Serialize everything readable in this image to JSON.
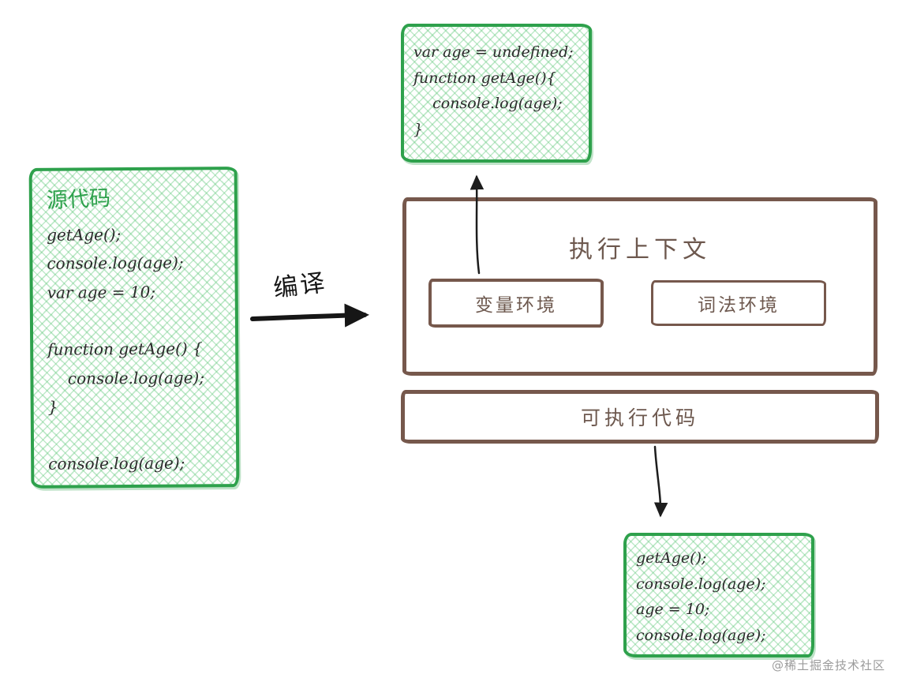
{
  "diagram": {
    "source_box": {
      "title": "源代码",
      "lines": [
        "getAge();",
        "console.log(age);",
        "var age = 10;",
        "",
        "function getAge() {",
        "    console.log(age);",
        "}",
        "",
        "console.log(age);"
      ]
    },
    "compile_label": "编译",
    "hoisted_box": {
      "lines": [
        "var age = undefined;",
        "function getAge(){",
        "    console.log(age);",
        "}"
      ]
    },
    "execution_context": {
      "title": "执行上下文",
      "variable_env": "变量环境",
      "lexical_env": "词法环境"
    },
    "executable_code_label": "可执行代码",
    "result_box": {
      "lines": [
        "getAge();",
        "console.log(age);",
        "age = 10;",
        "console.log(age);"
      ]
    },
    "watermark": "@稀土掘金技术社区",
    "colors": {
      "green": "#2ea14c",
      "green_hatch": "#60c87a",
      "brown": "#76584c",
      "brown_text": "#6d584e",
      "code_text": "#2b2b2b",
      "arrow_black": "#161616"
    }
  }
}
